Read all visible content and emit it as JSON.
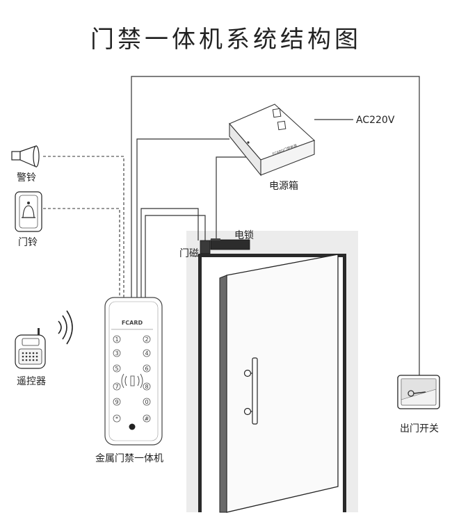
{
  "title": "门禁一体机系统结构图",
  "labels": {
    "ac": "AC220V",
    "power_box": "电源箱",
    "power_box_brand": "FCARD门禁电源",
    "lock": "电锁",
    "door_sensor": "门磁",
    "alarm": "警铃",
    "doorbell": "门铃",
    "remote": "遥控器",
    "exit": "出门开关",
    "device": "金属门禁一体机",
    "device_brand": "FCARD"
  },
  "keypad": [
    "1",
    "2",
    "3",
    "4",
    "5",
    "6",
    "7",
    "8",
    "9",
    "0",
    "*",
    "#"
  ]
}
